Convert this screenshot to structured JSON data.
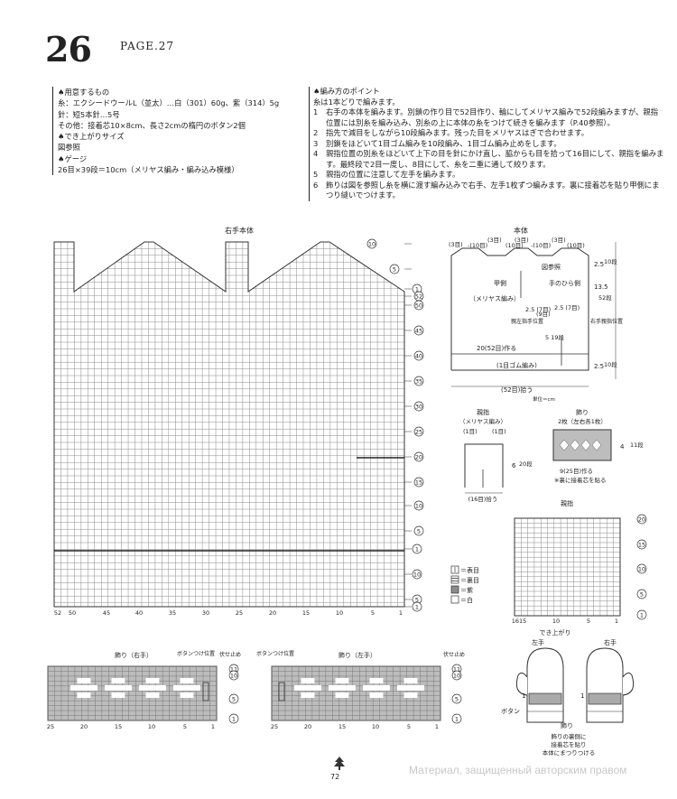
{
  "page_number": "26",
  "page_label": "PAGE.27",
  "materials": {
    "heading": "♠用意するもの",
    "yarn": "糸：エクシードウールL（並太）…白（301）60g、紫（314）5g",
    "needles": "針：短5本針…5号",
    "other": "その他：接着芯10×8cm、長さ2cmの楕円のボタン2個",
    "size_heading": "♠でき上がりサイズ",
    "size_value": "図参照",
    "gauge_heading": "♠ゲージ",
    "gauge_value": "26目×39段＝10cm（メリヤス編み・編み込み模様）"
  },
  "points": {
    "heading": "♠編み方のポイント",
    "note": "糸は1本どりで編みます。",
    "steps": [
      {
        "n": "1",
        "t": "右手の本体を編みます。別鎖の作り目で52目作り、輪にしてメリヤス編みで52段編みますが、親指位置には別糸を編み込み、別糸の上に本体の糸をつけて続きを編みます（P.40参照）。"
      },
      {
        "n": "2",
        "t": "指先で減目をしながら10段編みます。残った目をメリヤスはぎで合わせます。"
      },
      {
        "n": "3",
        "t": "別鎖をほどいて1目ゴム編みを10段編み、1目ゴム編み止めをします。"
      },
      {
        "n": "4",
        "t": "親指位置の別糸をほどいて上下の目を針にかけ直し、脇からも目を拾って16目にして、親指を編みます。最終段で2目一度し、8目にして、糸を二重に通して絞ります。"
      },
      {
        "n": "5",
        "t": "親指の位置に注意して左手を編みます。"
      },
      {
        "n": "6",
        "t": "飾りは図を参照し糸を横に渡す編み込みで右手、左手1枚ずつ編みます。裏に接着芯を貼り甲側にまつり縫いでつけます。"
      }
    ]
  },
  "main_chart": {
    "title": "右手本体",
    "right_labels": [
      "10",
      "5",
      "1",
      "52",
      "50",
      "45",
      "40",
      "35",
      "30",
      "25",
      "20",
      "15",
      "10",
      "5",
      "1",
      "10",
      "5",
      "1"
    ],
    "bottom_labels": [
      "52",
      "50",
      "45",
      "40",
      "35",
      "30",
      "25",
      "20",
      "15",
      "10",
      "5",
      "1"
    ]
  },
  "legend": [
    "＝表目",
    "＝裏目",
    "＝紫",
    "＝白"
  ],
  "schematic": {
    "title": "本体",
    "top_labels": [
      "(3目)",
      "-(10目)",
      "(3目)",
      "(10目)",
      "(3目)",
      "-(10目)",
      "(3目)",
      "(10目)"
    ],
    "see_fig": "図参照",
    "back": "甲側",
    "palm": "手のひら側",
    "stitch": "（メリヤス編み）",
    "thumb_pos": "親左指手位置",
    "thumb_pos_right": "右手親指位置",
    "d7a": "2.5 (7目)",
    "d9": "(9目)",
    "d7b": "2.5 (7目)",
    "d19": "5 19段",
    "make": "20(52目)作る",
    "rib": "(1目ゴム編み)",
    "pick": "(52目)拾う",
    "unit": "単位＝cm",
    "r25a": "2.5",
    "r10a": "10段",
    "r135": "13.5",
    "r52": "52段",
    "r25b": "2.5",
    "r10b": "10段"
  },
  "thumb": {
    "title": "親指",
    "stitch": "（メリヤス編み）",
    "one_a": "(1目)",
    "one_b": "(1目)",
    "h": "6",
    "rows": "20段",
    "pick": "(16目)拾う"
  },
  "ornament": {
    "title": "飾り",
    "count": "2枚（左右各1枚）",
    "h": "4",
    "rows": "11段",
    "width": "9(25目)作る",
    "note": "※裏に接着芯を貼る"
  },
  "thumb_chart": {
    "title": "親指",
    "right_labels": [
      "20",
      "15",
      "10",
      "5",
      "1"
    ],
    "bottom_labels": [
      "1615",
      "10",
      "5",
      "1"
    ]
  },
  "finished": {
    "title": "でき上がり",
    "left": "左手",
    "right": "右手",
    "one_l": "1",
    "one_r": "1",
    "button": "ボタン",
    "orn": "飾り",
    "note1": "飾りの裏側に",
    "note2": "接着芯を貼り",
    "note3": "本体にまつりつける"
  },
  "orn_right": {
    "title": "飾り（右手）",
    "button_pos": "ボタンつけ位置",
    "bindoff": "伏せ止め",
    "right_labels": [
      "11",
      "10",
      "5",
      "1"
    ],
    "bottom_labels": [
      "25",
      "20",
      "15",
      "10",
      "5",
      "1"
    ]
  },
  "orn_left": {
    "title": "飾り（左手）",
    "button_pos": "ボタンつけ位置",
    "bindoff": "伏せ止め",
    "right_labels": [
      "11",
      "10",
      "5",
      "1"
    ],
    "bottom_labels": [
      "25",
      "20",
      "15",
      "10",
      "5",
      "1"
    ]
  },
  "bottom_page": "72",
  "watermark": "Материал, защищенный авторским правом",
  "colors": {
    "purple_fill": "#8c8c8c",
    "grid": "#555555"
  }
}
